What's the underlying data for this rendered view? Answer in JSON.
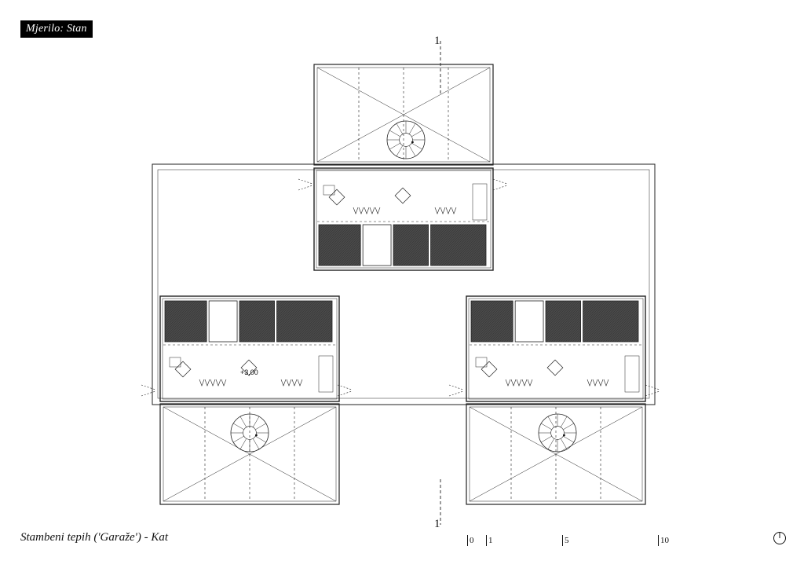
{
  "header": {
    "scale_label": "Mjerilo: Stan"
  },
  "footer": {
    "drawing_title": "Stambeni tepih ('Garaže') - Kat"
  },
  "section_marker": {
    "top_label": "1",
    "bottom_label": "1"
  },
  "scale_bar": {
    "ticks": [
      "0",
      "1",
      "5",
      "10"
    ]
  },
  "plan": {
    "elevation_label": "+3,00"
  },
  "icons": {
    "north": "north-arrow-icon",
    "stair": "spiral-stair-icon"
  },
  "colors": {
    "ink": "#111111",
    "wet_core": "#4a4a4a",
    "paper": "#ffffff"
  }
}
